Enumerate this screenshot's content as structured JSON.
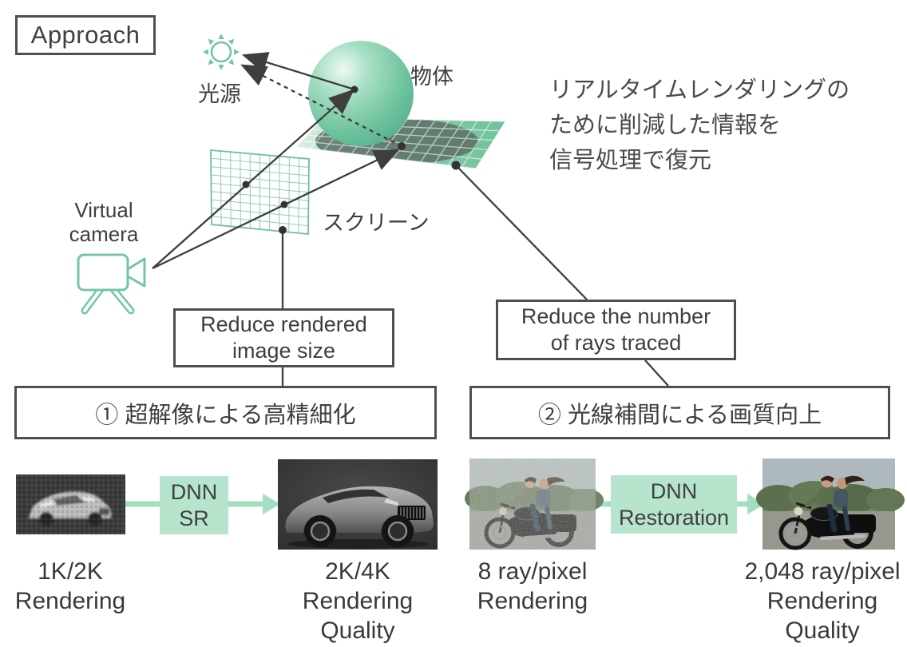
{
  "title": {
    "approach": "Approach"
  },
  "diagram": {
    "labels": {
      "light_source": "光源",
      "object": "物体",
      "screen": "スクリーン",
      "virtual_camera": "Virtual\ncamera"
    },
    "annotation": "リアルタイムレンダリングの\nために削減した情報を\n信号処理で復元",
    "callouts": {
      "reduce_image": "Reduce rendered\nimage size",
      "reduce_rays": "Reduce the number\nof rays traced"
    }
  },
  "methods": {
    "method1": "① 超解像による高精細化",
    "method2": "② 光線補間による画質向上"
  },
  "pipeline_sr": {
    "input_label": "1K/2K\nRendering",
    "process": "DNN\nSR",
    "output_label": "2K/4K Rendering\nQuality"
  },
  "pipeline_ray": {
    "input_label": "8 ray/pixel\nRendering",
    "process": "DNN\nRestoration",
    "output_label": "2,048 ray/pixel\nRendering\nQuality"
  },
  "icons": {
    "light_source": "sun-icon",
    "virtual_camera": "video-camera-icon",
    "object": "sphere",
    "screen": "grid-screen",
    "floor": "grid-floor"
  },
  "colors": {
    "accent_green": "#74c6a2",
    "light_green_fill": "#b7e4cc",
    "arrow_green": "#a5ddc1",
    "line_dark": "#3e3e3e",
    "text_dark": "#3f3f3f"
  }
}
